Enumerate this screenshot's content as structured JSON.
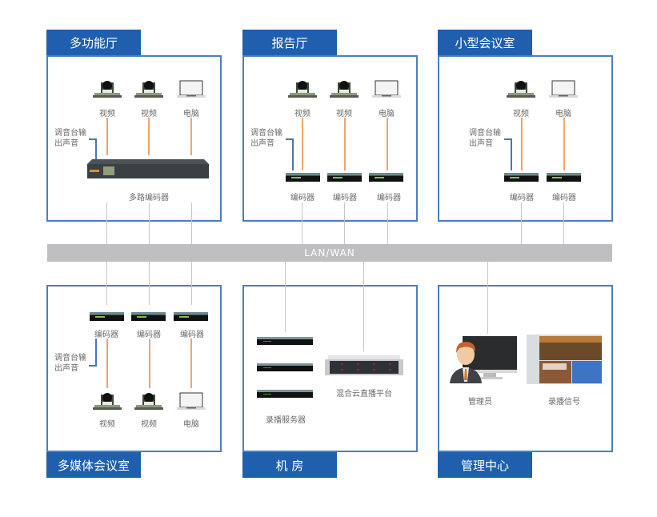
{
  "network": {
    "label": "LAN/WAN"
  },
  "colors": {
    "panel_border": "#4a7fc1",
    "tab_bg": "#1f5fae",
    "audio_line": "#f0a46a",
    "network_line": "#c7c7c7",
    "lan_bar": "#bfbfc1"
  },
  "rooms": {
    "multi_function_hall": {
      "title": "多功能厅",
      "devices": [
        {
          "label": "视频",
          "icon": "camera-icon"
        },
        {
          "label": "视频",
          "icon": "camera-icon"
        },
        {
          "label": "电脑",
          "icon": "laptop-icon"
        }
      ],
      "audio_note": [
        "调音台输",
        "出声音"
      ],
      "encoder": {
        "label": "多路编码器",
        "icon": "multi-encoder-icon"
      }
    },
    "report_hall": {
      "title": "报告厅",
      "devices": [
        {
          "label": "视频",
          "icon": "camera-icon"
        },
        {
          "label": "视频",
          "icon": "camera-icon"
        },
        {
          "label": "电脑",
          "icon": "laptop-icon"
        }
      ],
      "audio_note": [
        "调音台输",
        "出声音"
      ],
      "encoders": [
        "编码器",
        "编码器",
        "编码器"
      ]
    },
    "small_meeting_room": {
      "title": "小型会议室",
      "devices": [
        {
          "label": "视频",
          "icon": "camera-icon"
        },
        {
          "label": "电脑",
          "icon": "laptop-icon"
        }
      ],
      "audio_note": [
        "调音台输",
        "出声音"
      ],
      "encoders": [
        "编码器",
        "编码器"
      ]
    },
    "multimedia_meeting_room": {
      "title": "多媒体会议室",
      "encoders": [
        "编码器",
        "编码器",
        "编码器"
      ],
      "audio_note": [
        "调音台输",
        "出声音"
      ],
      "devices": [
        {
          "label": "视频",
          "icon": "camera-icon"
        },
        {
          "label": "视频",
          "icon": "camera-icon"
        },
        {
          "label": "电脑",
          "icon": "laptop-icon"
        }
      ]
    },
    "server_room": {
      "title": "机 房",
      "recording_servers_label": "录播服务器",
      "recording_server_count": 3,
      "cloud_platform_label": "混合云直播平台"
    },
    "management_center": {
      "title": "管理中心",
      "admin_label": "管理员",
      "signal_label": "录播信号"
    }
  }
}
